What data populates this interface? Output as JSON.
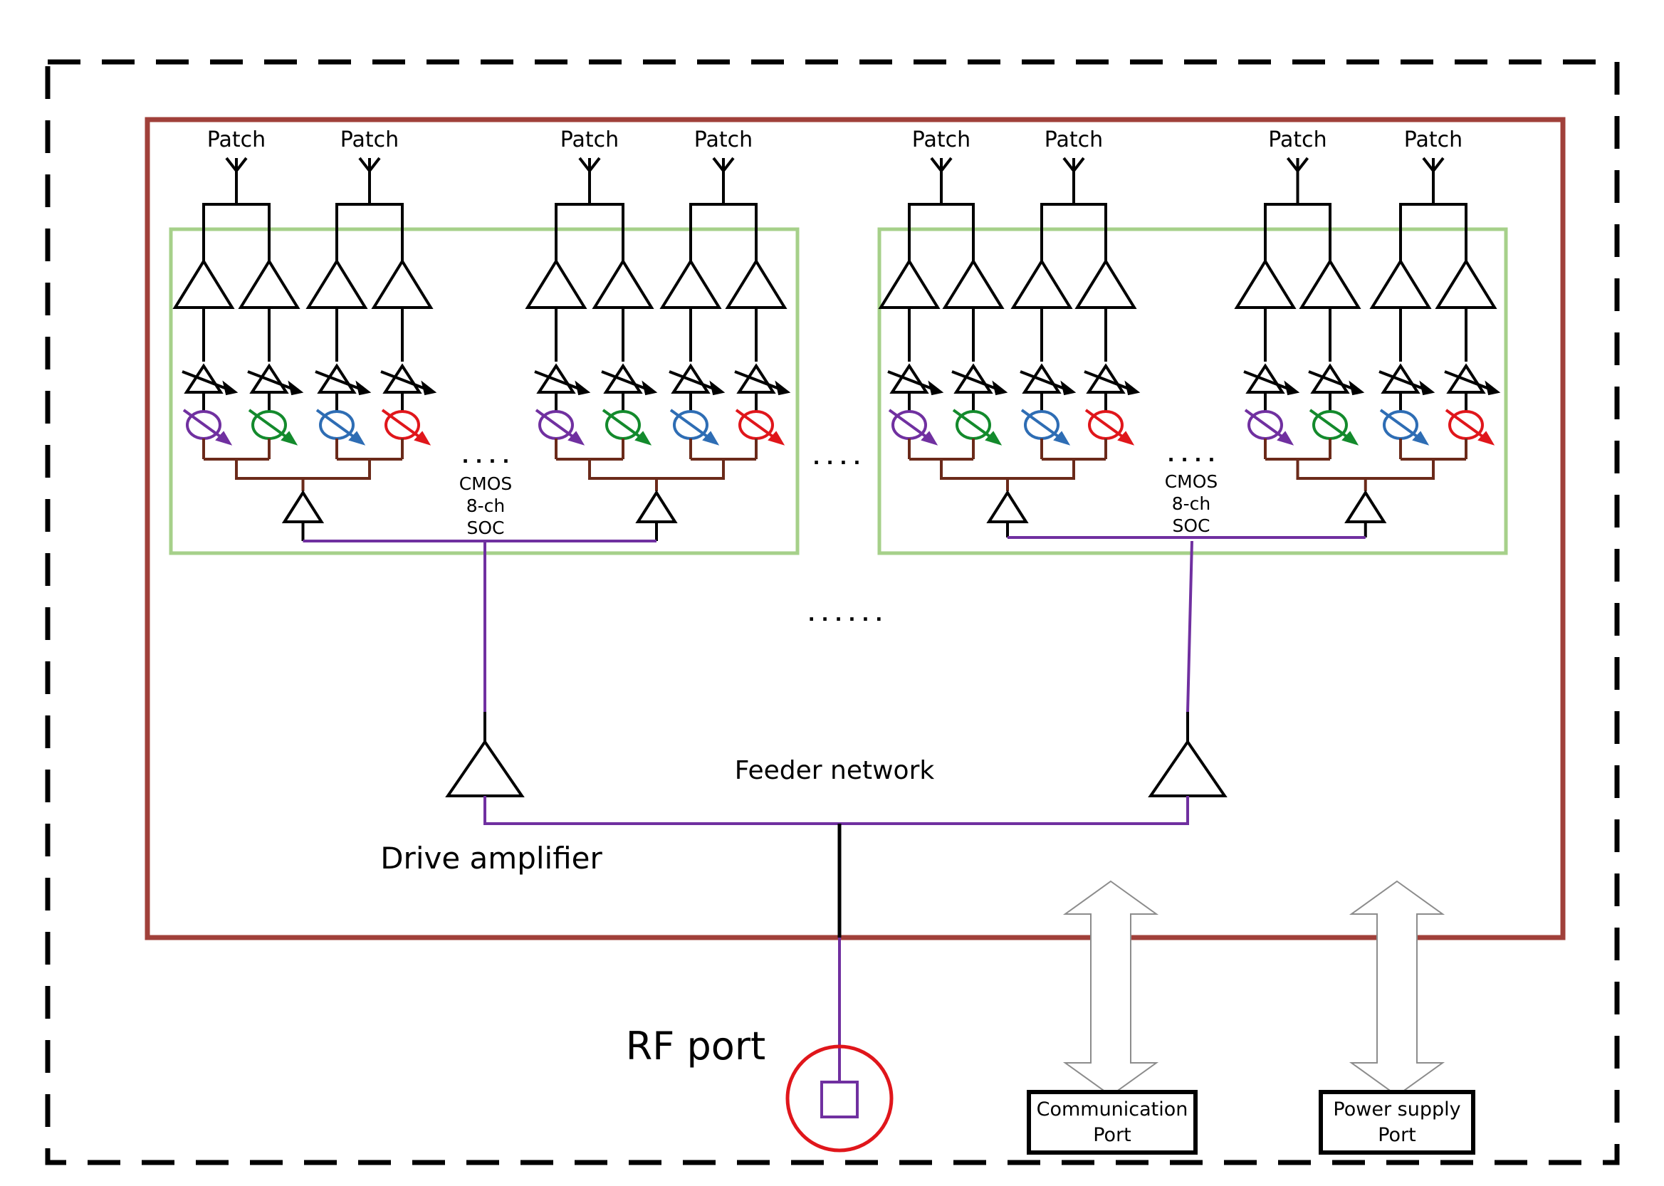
{
  "labels": {
    "patch": "Patch",
    "soc_line1": "CMOS",
    "soc_line2": "8-ch",
    "soc_line3": "SOC",
    "dots4": ". . . .",
    "dots6": ". . . . . .",
    "feeder_network": "Feeder network",
    "drive_amplifier": "Drive amplifier",
    "rf_port": "RF port",
    "comm_port_line1": "Communication",
    "comm_port_line2": "Port",
    "power_port_line1": "Power supply",
    "power_port_line2": "Port"
  },
  "colors": {
    "outer_frame": "#000000",
    "board_frame": "#a0403a",
    "chip_frame": "#a6d08a",
    "rf_line": "#7030a0",
    "combiner_line": "#6b2a1a",
    "rf_port_circle": "#e0161b",
    "phase_shifters": [
      "#7030a0",
      "#138a2c",
      "#2e6db4",
      "#e0161b"
    ]
  }
}
